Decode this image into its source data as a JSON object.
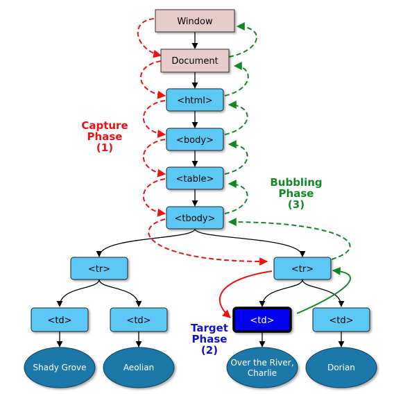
{
  "nodes": {
    "window": "Window",
    "document": "Document",
    "html": "<html>",
    "body": "<body>",
    "table": "<table>",
    "tbody": "<tbody>",
    "tr_left": "<tr>",
    "tr_right": "<tr>",
    "td_1": "<td>",
    "td_2": "<td>",
    "td_target": "<td>",
    "td_4": "<td>"
  },
  "leaves": {
    "leaf_1": "Shady Grove",
    "leaf_2": "Aeolian",
    "leaf_3_line1": "Over the River,",
    "leaf_3_line2": "Charlie",
    "leaf_4": "Dorian"
  },
  "phases": {
    "capture": {
      "line1": "Capture",
      "line2": "Phase",
      "line3": "(1)"
    },
    "target": {
      "line1": "Target",
      "line2": "Phase",
      "line3": "(2)"
    },
    "bubbling": {
      "line1": "Bubbling",
      "line2": "Phase",
      "line3": "(3)"
    }
  },
  "colors": {
    "top_node_fill": "#e8cccc",
    "element_fill": "#5bc8f5",
    "target_fill": "#0000ee",
    "leaf_fill": "#1f78a8",
    "capture": "#ee1111",
    "target_label": "#1111cc",
    "bubbling": "#118822"
  }
}
